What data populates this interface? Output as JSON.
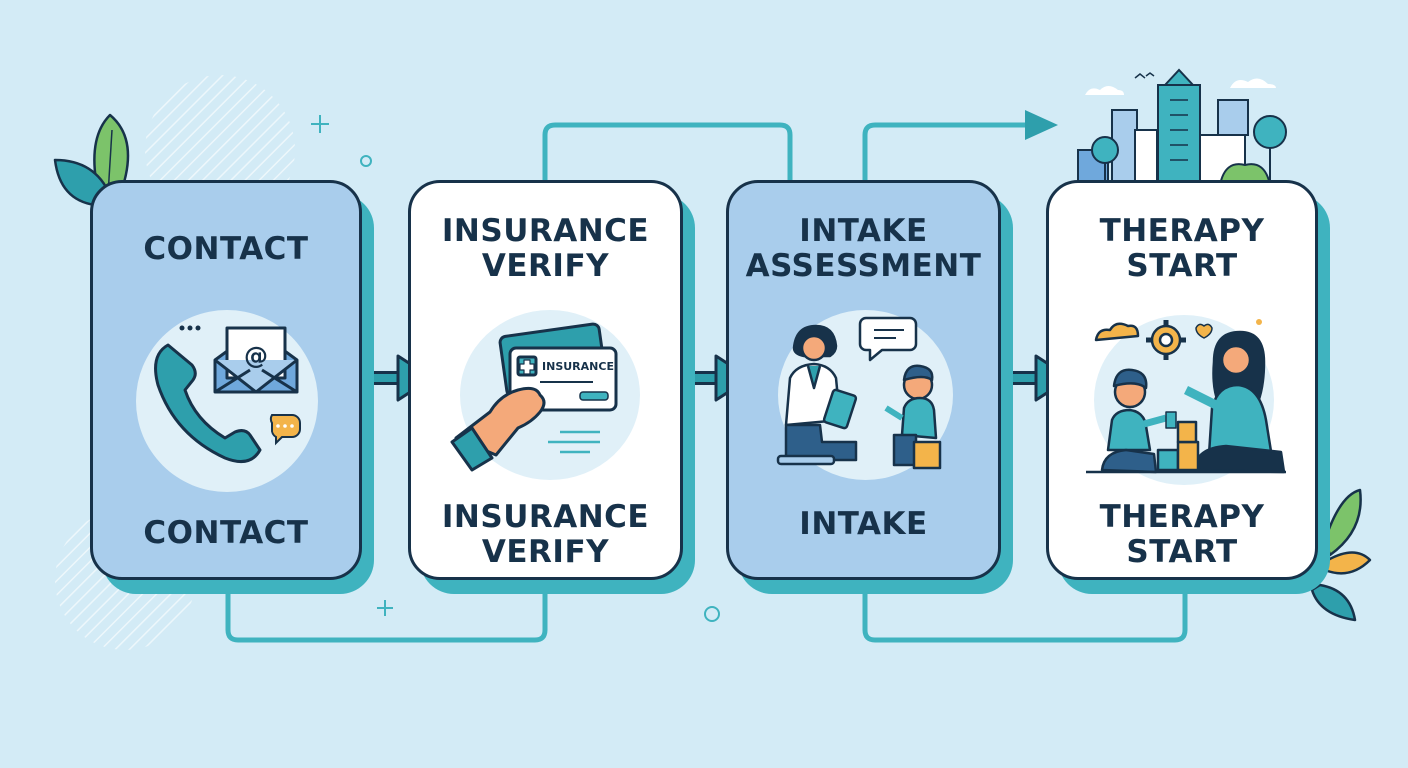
{
  "steps": [
    {
      "top_label": "CONTACT",
      "bottom_label": "CONTACT",
      "style": "blue",
      "illustration": "phone-envelope-icon"
    },
    {
      "top_label": "INSURANCE\nVERIFY",
      "bottom_label": "INSURANCE\nVERIFY",
      "style": "white",
      "illustration": "insurance-card-icon",
      "card_text": "INSURANCE"
    },
    {
      "top_label": "INTAKE\nASSESSMENT",
      "bottom_label": "INTAKE",
      "style": "blue",
      "illustration": "clinician-child-icon"
    },
    {
      "top_label": "THERAPY\nSTART",
      "bottom_label": "THERAPY\nSTART",
      "style": "white",
      "illustration": "parent-child-play-icon"
    }
  ],
  "colors": {
    "background": "#d3ebf6",
    "card_blue": "#a9cdec",
    "card_white": "#ffffff",
    "outline": "#17324a",
    "teal": "#2e9fac",
    "connector": "#3fb3bf"
  }
}
